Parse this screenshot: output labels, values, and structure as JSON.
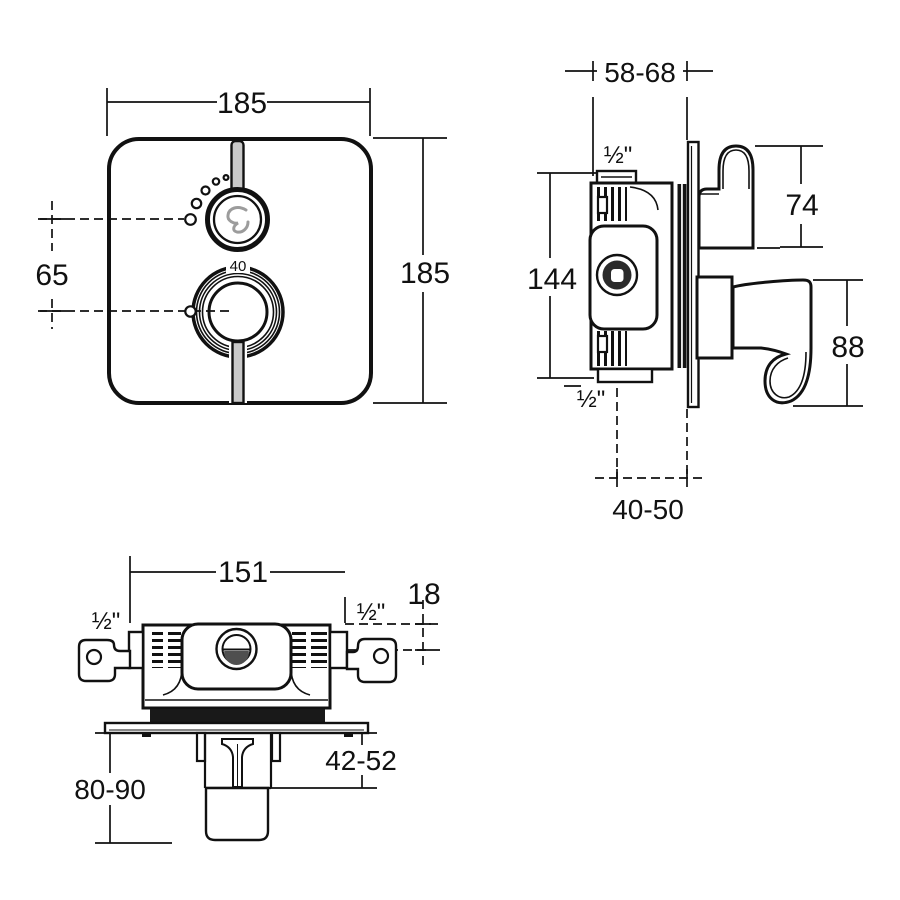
{
  "colors": {
    "line": "#111111",
    "stem_gray": "#c9c9c9",
    "dark_ring": "#2b2b2b",
    "gasket": "#191919",
    "logo_gray": "#9c9c9c"
  },
  "front_view": {
    "width": "185",
    "height": "185",
    "handle_spacing": "65",
    "temp_stop": "40"
  },
  "side_view": {
    "recess_depth": "58-68",
    "top_connection": "½\"",
    "upper_handle_height": "74",
    "body_height": "144",
    "lower_handle_height": "88",
    "bottom_connection": "½\"",
    "wall_offset": "40-50"
  },
  "bottom_view": {
    "body_width": "151",
    "left_connection": "½\"",
    "right_connection": "½\"",
    "center_offset": "18",
    "handle_offset": "42-52",
    "handle_length": "80-90"
  }
}
